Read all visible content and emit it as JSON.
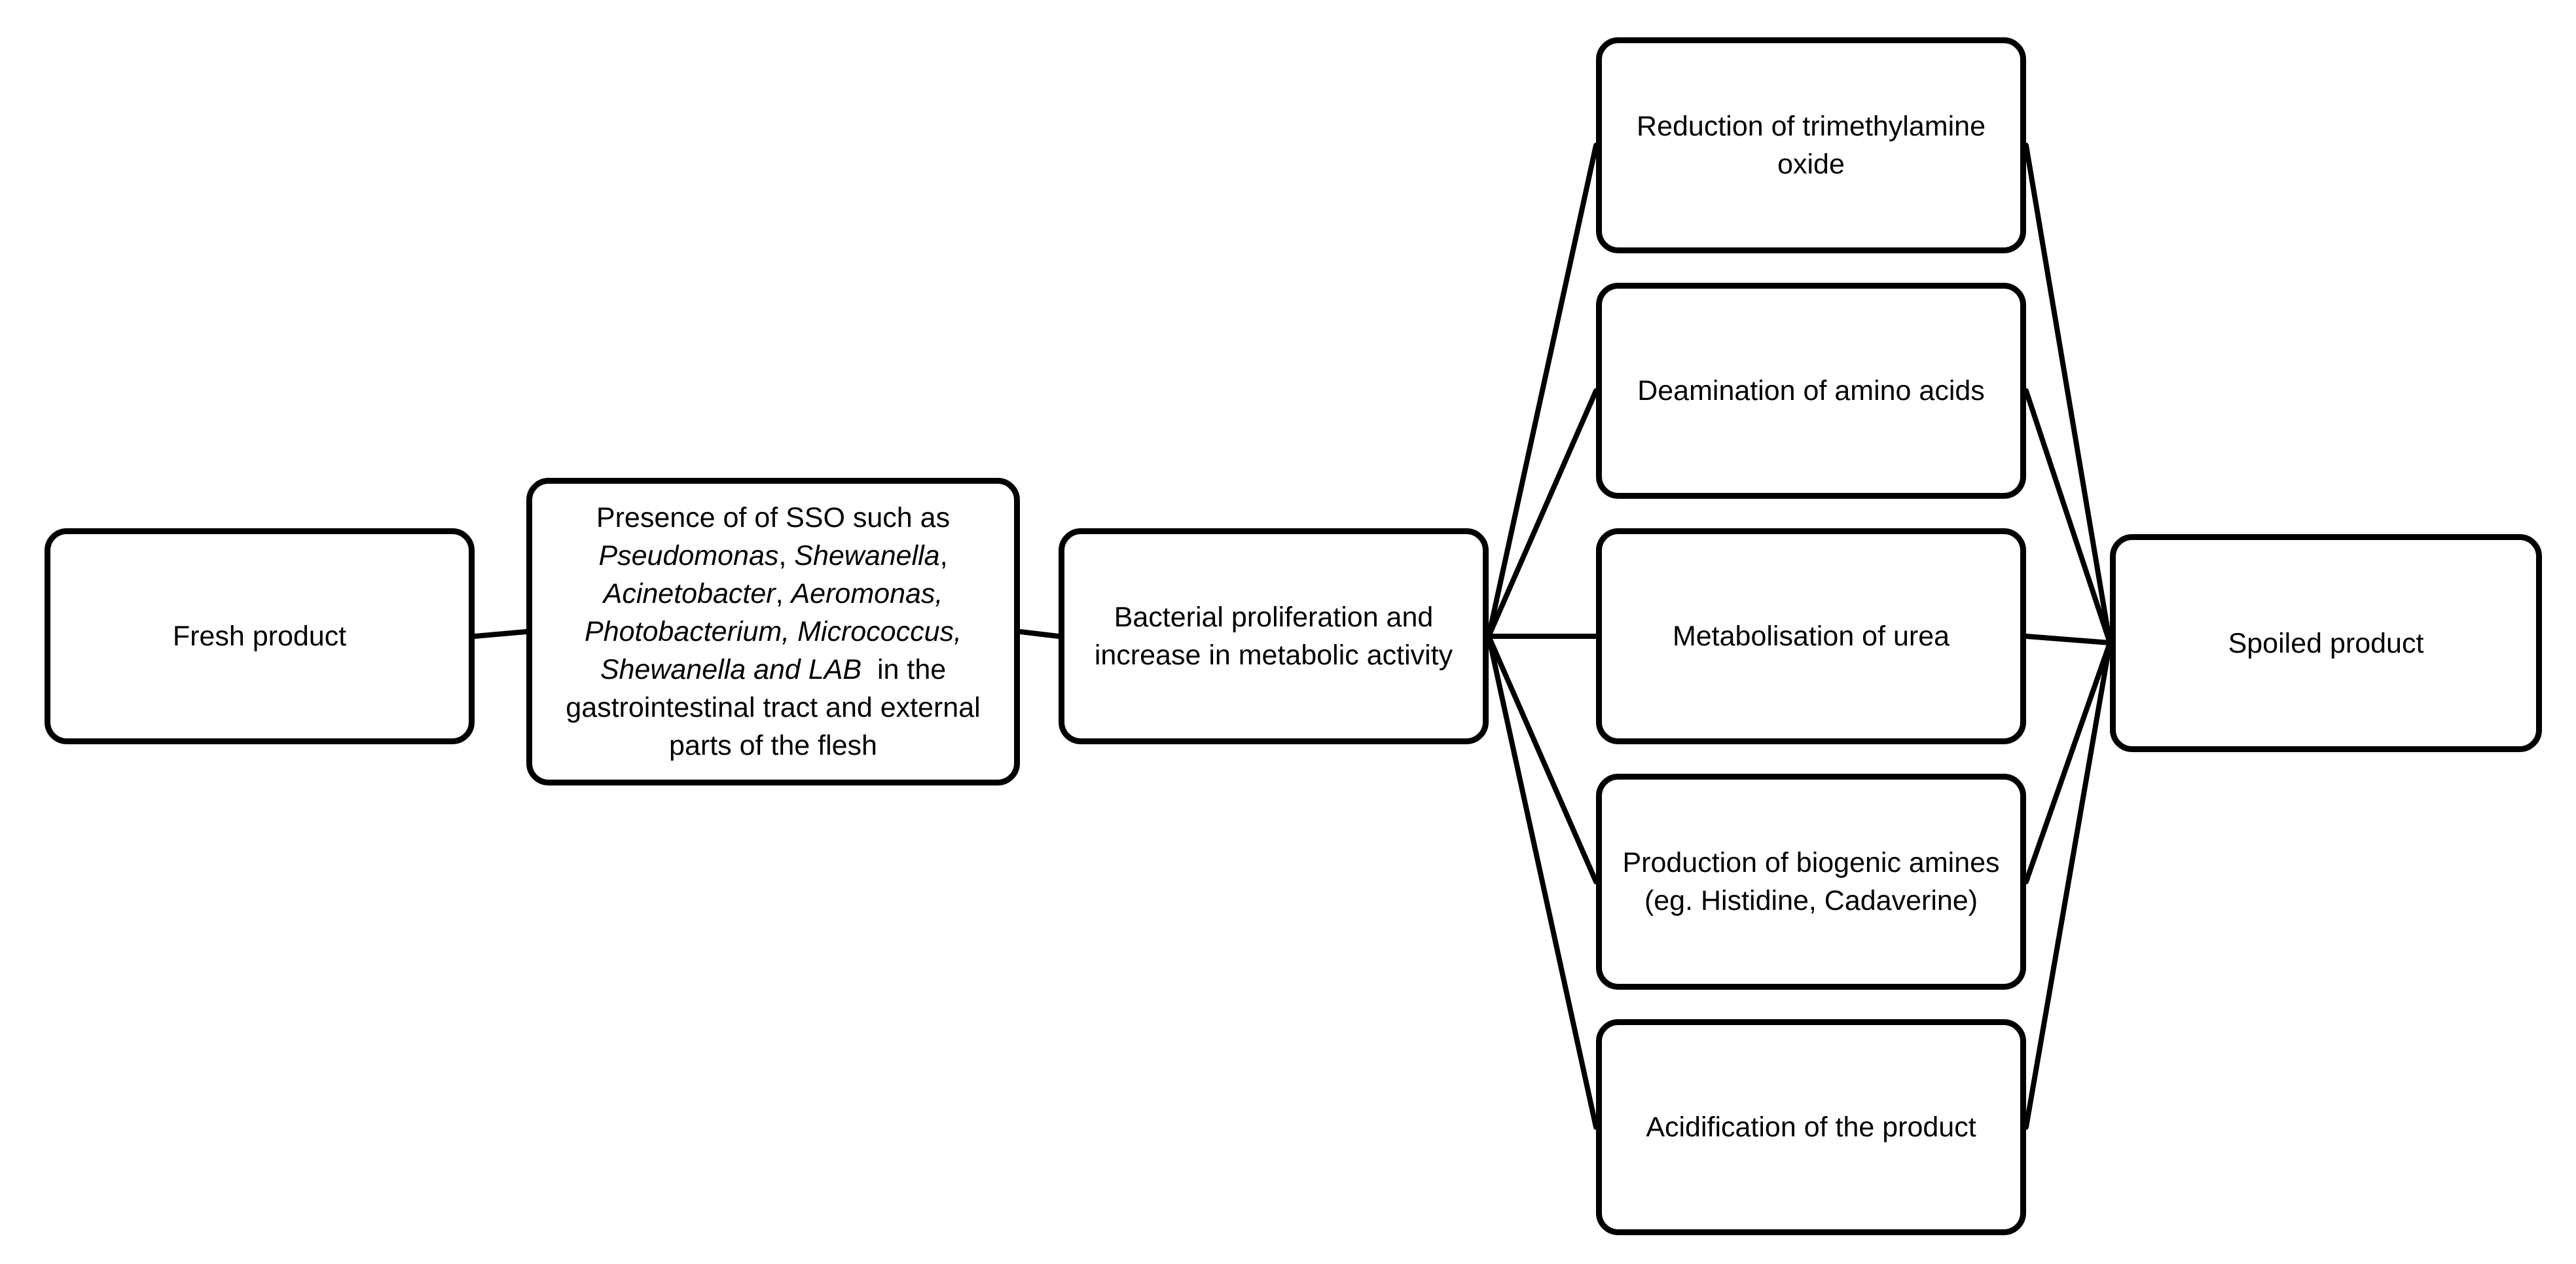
{
  "nodes": {
    "fresh": {
      "text": "Fresh product"
    },
    "sso": {
      "lines": [
        [
          {
            "t": "Presence of of SSO such as",
            "i": false
          }
        ],
        [
          {
            "t": "Pseudomonas",
            "i": true
          },
          {
            "t": ", ",
            "i": false
          },
          {
            "t": "Shewanella",
            "i": true
          },
          {
            "t": ",",
            "i": false
          }
        ],
        [
          {
            "t": "Acinetobacter",
            "i": true
          },
          {
            "t": ", ",
            "i": false
          },
          {
            "t": "Aeromonas,",
            "i": true
          }
        ],
        [
          {
            "t": "Photobacterium, Micrococcus,",
            "i": true
          }
        ],
        [
          {
            "t": "Shewanella and LAB",
            "i": true
          },
          {
            "t": "  in the",
            "i": false
          }
        ],
        [
          {
            "t": "gastrointestinal tract and external",
            "i": false
          }
        ],
        [
          {
            "t": "parts of the flesh",
            "i": false
          }
        ]
      ]
    },
    "prolif": {
      "lines": [
        "Bacterial proliferation and",
        "increase in metabolic activity"
      ]
    },
    "tmao": {
      "lines": [
        "Reduction of trimethylamine",
        "oxide"
      ]
    },
    "deamin": {
      "text": "Deamination of amino acids"
    },
    "urea": {
      "text": "Metabolisation of urea"
    },
    "amines": {
      "lines": [
        "Production of biogenic amines",
        "(eg. Histidine, Cadaverine)"
      ]
    },
    "acid": {
      "text": "Acidification of the product"
    },
    "spoiled": {
      "text": "Spoiled product"
    }
  }
}
